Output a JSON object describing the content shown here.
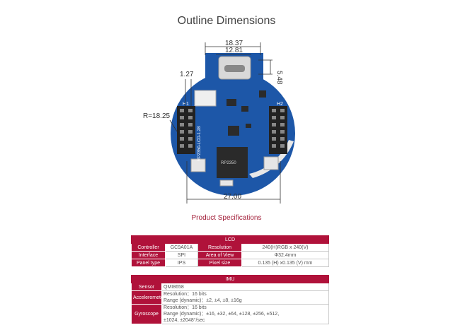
{
  "page": {
    "title": "Outline Dimensions",
    "specs_title": "Product Specifications"
  },
  "board": {
    "model_label": "RP2350-LCD-1.28",
    "header_left": "H1",
    "header_right": "H2",
    "chip_label": "RP2350"
  },
  "dimensions": {
    "outer_width": "18.37",
    "inner_width": "12.81",
    "usb_height": "5.48",
    "edge_offset": "1.27",
    "radius": "R=18.25",
    "board_width": "27.00"
  },
  "lcd": {
    "header": "LCD",
    "rows": [
      {
        "k1": "Controller",
        "v1": "GC9A01A",
        "k2": "Resolution",
        "v2": "240(H)RGB x 240(V)"
      },
      {
        "k1": "Interface",
        "v1": "SPI",
        "k2": "Area of View",
        "v2": "Φ32.4mm"
      },
      {
        "k1": "Panel type",
        "v1": "IPS",
        "k2": "Pixel size",
        "v2": "0.135 (H) x0.135 (V) mm"
      }
    ]
  },
  "imu": {
    "header": "IMU",
    "sensor": {
      "label": "Sensor",
      "value": "QMI8658"
    },
    "accelerometer": {
      "label": "Accelerometer",
      "line1": "Resolution：16 bits",
      "line2": "Range (dynamic)：±2, ±4, ±8, ±16g"
    },
    "gyroscope": {
      "label": "Gyroscope",
      "line1": "Resolution：16 bits",
      "line2": "Range (dynamic)：±16, ±32, ±64, ±128, ±256, ±512,",
      "line3": "±1024, ±2048°/sec"
    }
  },
  "colors": {
    "accent": "#b0123a",
    "pcb": "#1d57a8",
    "pcb_dark": "#123f80"
  }
}
